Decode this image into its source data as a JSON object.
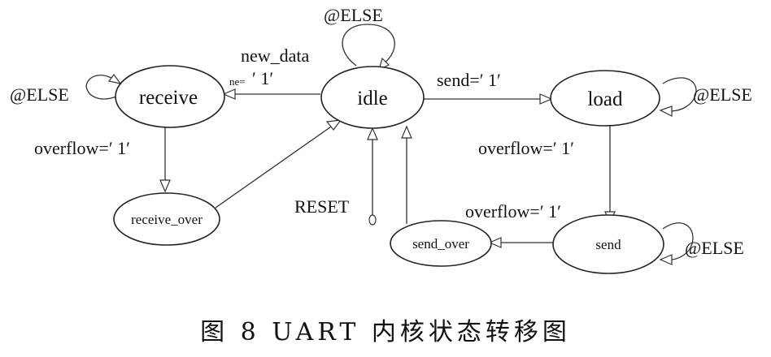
{
  "states": {
    "idle": "idle",
    "receive": "receive",
    "load": "load",
    "receive_over": "receive_over",
    "send_over": "send_over",
    "send": "send"
  },
  "labels": {
    "else_idle": "@ELSE",
    "else_receive": "@ELSE",
    "else_load": "@ELSE",
    "else_send": "@ELSE",
    "new_data": "new_data",
    "ne_cond": "ne='1′",
    "ne_prefix": "ne=",
    "ne_value": "′ 1′",
    "send_cond": "send=′ 1′",
    "overflow_receive": "overflow=′ 1′",
    "overflow_load": "overflow=′ 1′",
    "overflow_send": "overflow=′ 1′",
    "reset": "RESET"
  },
  "caption": "图 8 UART 内核状态转移图"
}
